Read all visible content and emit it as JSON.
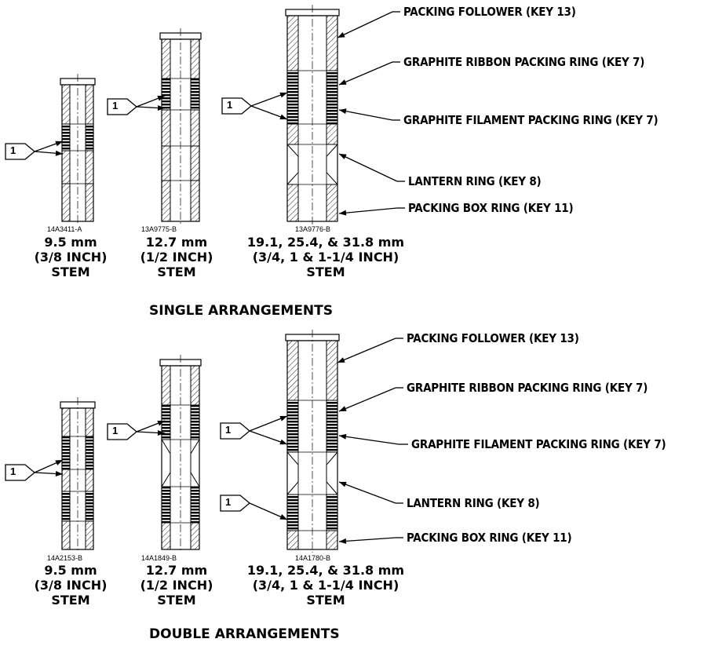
{
  "single": {
    "title": "SINGLE ARRANGEMENTS",
    "codes": [
      "14A3411-A",
      "13A9775-B",
      "13A9776-B"
    ],
    "captions": [
      [
        "9.5 mm",
        "(3/8 INCH)",
        "STEM"
      ],
      [
        "12.7 mm",
        "(1/2 INCH)",
        "STEM"
      ],
      [
        "19.1, 25.4, & 31.8 mm",
        "(3/4, 1 & 1-1/4 INCH)",
        "STEM"
      ]
    ],
    "callouts": [
      "PACKING FOLLOWER (KEY 13)",
      "GRAPHITE RIBBON PACKING RING (KEY 7)",
      "GRAPHITE FILAMENT PACKING RING (KEY 7)",
      "LANTERN RING (KEY 8)",
      "PACKING BOX RING (KEY 11)"
    ]
  },
  "double": {
    "title": "DOUBLE ARRANGEMENTS",
    "codes": [
      "14A2153-B",
      "14A1849-B",
      "14A1780-B"
    ],
    "captions": [
      [
        "9.5 mm",
        "(3/8 INCH)",
        "STEM"
      ],
      [
        "12.7 mm",
        "(1/2 INCH)",
        "STEM"
      ],
      [
        "19.1, 25.4, & 31.8 mm",
        "(3/4, 1 & 1-1/4 INCH)",
        "STEM"
      ]
    ],
    "callouts": [
      "PACKING FOLLOWER (KEY 13)",
      "GRAPHITE RIBBON PACKING RING (KEY 7)",
      "GRAPHITE FILAMENT PACKING RING (KEY 7)",
      "LANTERN RING (KEY 8)",
      "PACKING BOX RING (KEY 11)"
    ]
  },
  "note_flag": "1"
}
